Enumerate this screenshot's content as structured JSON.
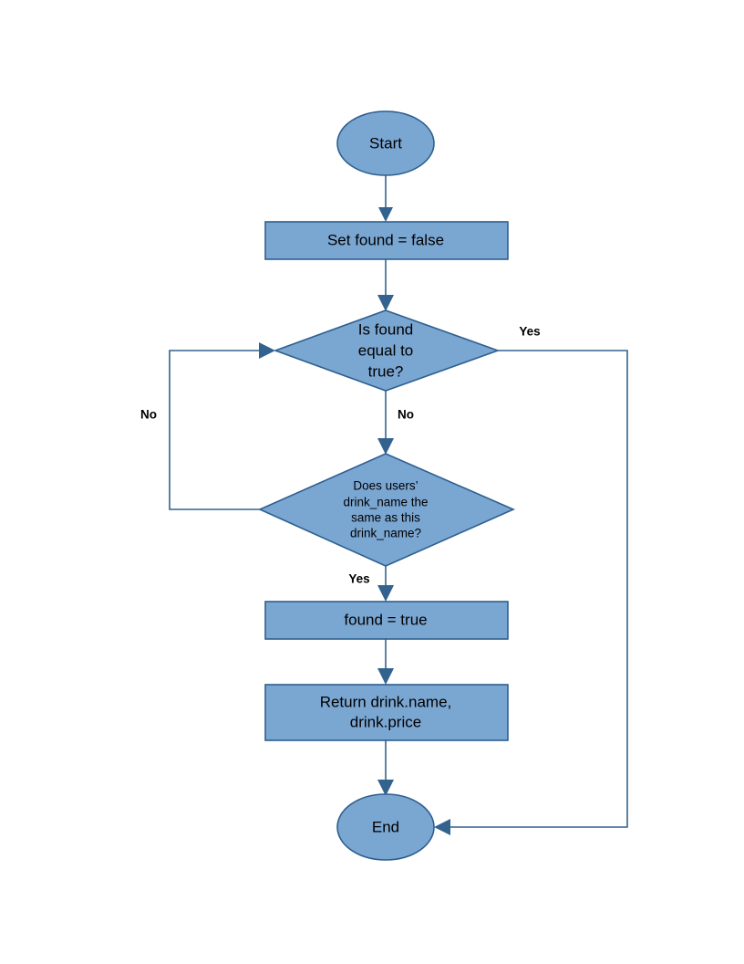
{
  "diagram": {
    "type": "flowchart",
    "title": "",
    "background_color": "#ffffff",
    "node_fill_color": "#7aa6d2",
    "node_stroke_color": "#2e5f8f",
    "connector_color": "#33628f",
    "text_color": "#000000"
  },
  "nodes": {
    "start": {
      "label": "Start",
      "shape": "ellipse"
    },
    "set_found_false": {
      "label": "Set found = false",
      "shape": "process"
    },
    "is_found_true": {
      "shape": "decision",
      "line1": "Is found",
      "line2": "equal to",
      "line3": "true?"
    },
    "compare_drink_name": {
      "shape": "decision",
      "line1": "Does users’",
      "line2": "drink_name the",
      "line3": "same as this",
      "line4": "drink_name?"
    },
    "found_true": {
      "label": "found = true",
      "shape": "process"
    },
    "return_drink": {
      "shape": "process",
      "line1": "Return drink.name,",
      "line2": "drink.price"
    },
    "end": {
      "label": "End",
      "shape": "ellipse"
    }
  },
  "edge_labels": {
    "decision1_yes": "Yes",
    "decision1_no": "No",
    "decision2_no": "No",
    "decision2_yes": "Yes"
  }
}
